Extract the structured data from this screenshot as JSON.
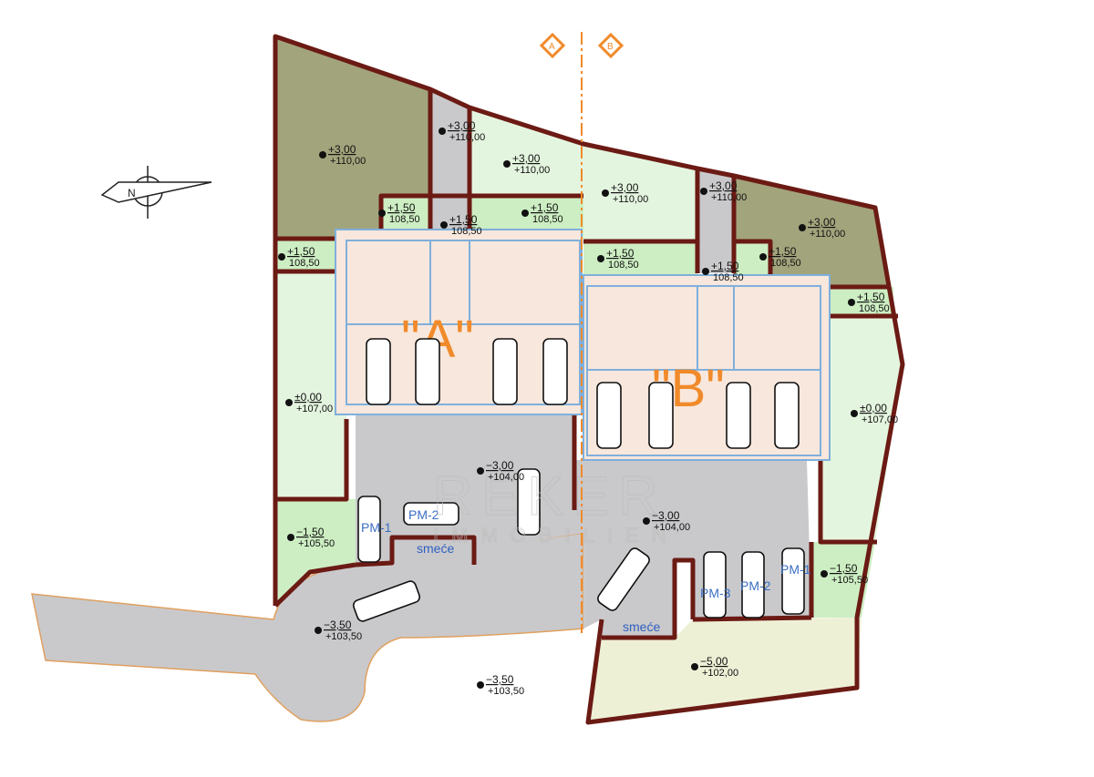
{
  "plan": {
    "section_markers": [
      "A",
      "B"
    ],
    "buildings": [
      {
        "label": "\"A\""
      },
      {
        "label": "\"B\""
      }
    ],
    "parking_labels": [
      "PM-1",
      "PM-2",
      "PM-3",
      "PM-2",
      "PM-1"
    ],
    "waste_labels": [
      "smeće",
      "smeće"
    ],
    "watermark": {
      "name": "REKER",
      "sub": "IMMOBILIEN"
    },
    "north_symbol": "N",
    "levels": [
      {
        "level": "+3,00",
        "abs": "+110,00"
      },
      {
        "level": "+3,00",
        "abs": "+110,00"
      },
      {
        "level": "+3,00",
        "abs": "+110,00"
      },
      {
        "level": "+3,00",
        "abs": "+110,00"
      },
      {
        "level": "+3,00",
        "abs": "+110,00"
      },
      {
        "level": "+3,00",
        "abs": "+110,00"
      },
      {
        "level": "+1,50",
        "abs": "108,50"
      },
      {
        "level": "+1,50",
        "abs": "108,50"
      },
      {
        "level": "+1,50",
        "abs": "108,50"
      },
      {
        "level": "+1,50",
        "abs": "108,50"
      },
      {
        "level": "+1,50",
        "abs": "108,50"
      },
      {
        "level": "+1,50",
        "abs": "108,50"
      },
      {
        "level": "+1,50",
        "abs": "108,50"
      },
      {
        "level": "+1,50",
        "abs": "108,50"
      },
      {
        "level": "±0,00",
        "abs": "+107,00"
      },
      {
        "level": "±0,00",
        "abs": "+107,00"
      },
      {
        "level": "−3,00",
        "abs": "+104,00"
      },
      {
        "level": "−3,00",
        "abs": "+104,00"
      },
      {
        "level": "−1,50",
        "abs": "+105,50"
      },
      {
        "level": "−1,50",
        "abs": "+105,50"
      },
      {
        "level": "−3,50",
        "abs": "+103,50"
      },
      {
        "level": "−3,50",
        "abs": "+103,50"
      },
      {
        "level": "−5,00",
        "abs": "+102,00"
      }
    ],
    "colors": {
      "wall": "#6b1a14",
      "accent": "#f08a2a",
      "olive": "#a2a47c",
      "green_light": "#e4f5df",
      "green_mid": "#cdeec3",
      "paving": "#c9c9cb",
      "building": "#f8e7dc",
      "outline": "#7fb0dc"
    }
  }
}
